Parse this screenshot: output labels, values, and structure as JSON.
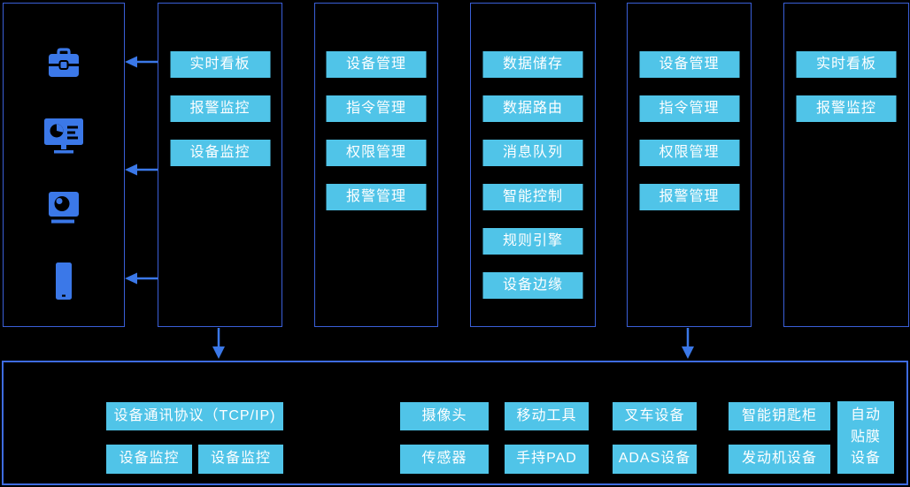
{
  "colors": {
    "background": "#000000",
    "column_border": "#3A5FD8",
    "bottom_panel_border": "#3E6BE0",
    "button_background": "#50C4E8",
    "button_text": "#FFFFFF",
    "icon_and_arrow_blue": "#3B78E8"
  },
  "columns": [
    {
      "name": "terminal-devices",
      "icons": [
        "toolbox-icon",
        "monitor-dashboard-icon",
        "camera-icon",
        "phone-icon"
      ]
    },
    {
      "name": "monitoring-apps-left",
      "buttons": [
        "实时看板",
        "报警监控",
        "设备监控"
      ]
    },
    {
      "name": "management-left",
      "buttons": [
        "设备管理",
        "指令管理",
        "权限管理",
        "报警管理"
      ]
    },
    {
      "name": "iot-core-services",
      "buttons": [
        "数据储存",
        "数据路由",
        "消息队列",
        "智能控制",
        "规则引擎",
        "设备边缘"
      ]
    },
    {
      "name": "management-right",
      "buttons": [
        "设备管理",
        "指令管理",
        "权限管理",
        "报警管理"
      ]
    },
    {
      "name": "monitoring-apps-right",
      "buttons": [
        "实时看板",
        "报警监控"
      ]
    }
  ],
  "bottom_panel": {
    "protocol_button": "设备通讯协议（TCP/IP)",
    "monitor_buttons": [
      "设备监控",
      "设备监控"
    ],
    "device_buttons_row1": [
      "摄像头",
      "移动工具",
      "叉车设备",
      "智能钥匙柜"
    ],
    "device_buttons_row2": [
      "传感器",
      "手持PAD",
      "ADAS设备",
      "发动机设备"
    ],
    "tall_device_button": "自动贴膜设备"
  }
}
